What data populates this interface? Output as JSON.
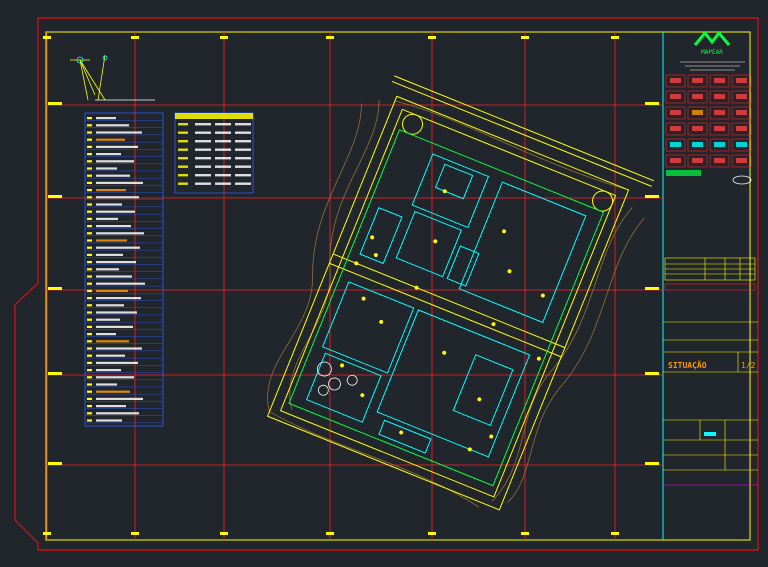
{
  "colors": {
    "background": "#21252c",
    "frame": "#e01010",
    "grid": "#ff2020",
    "yellow": "#ffff00",
    "cyan": "#00ffff",
    "green": "#00ff40",
    "white": "#ffffff",
    "brown": "#a0783c",
    "orange": "#ff9900",
    "magenta": "#ff00ff",
    "blue": "#3060ff"
  },
  "titleblock": {
    "company": "MAPEAR",
    "site_title": "SITUAÇÃO",
    "sheet_number": "1/2"
  },
  "legend": {
    "rows": 43
  },
  "coord_table": {
    "rows": 8
  }
}
